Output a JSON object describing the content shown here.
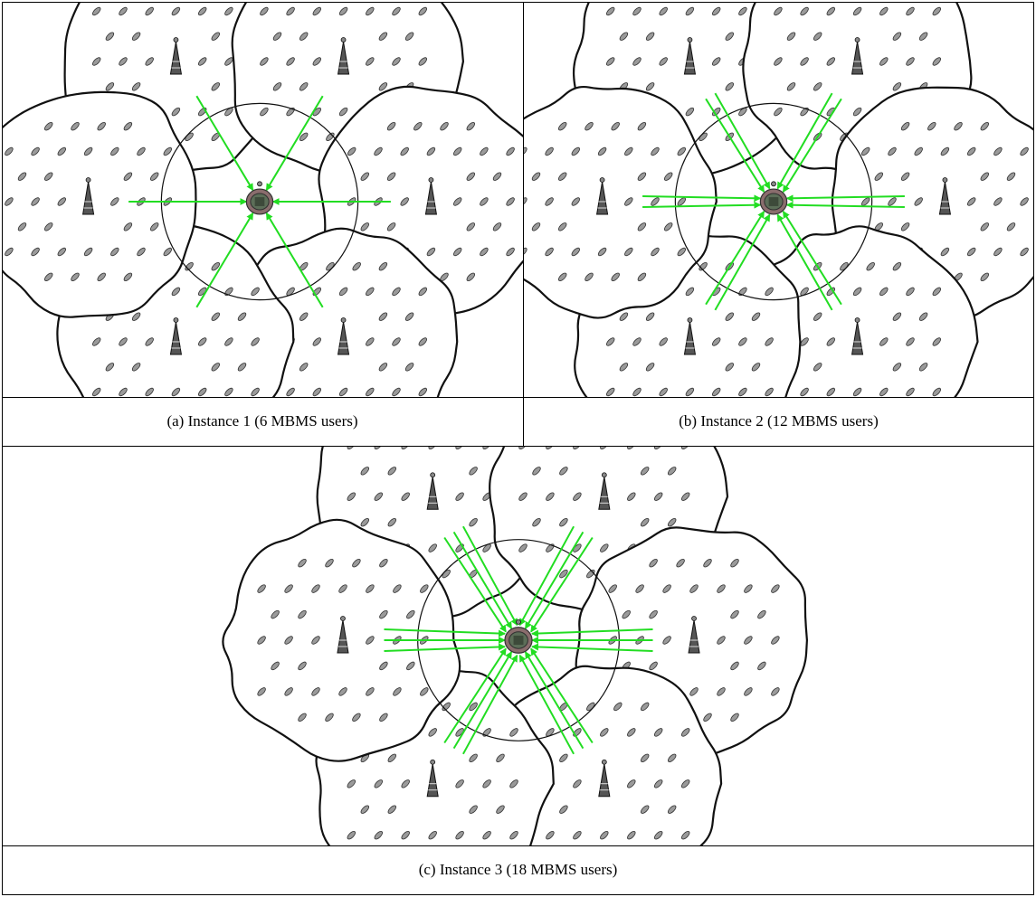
{
  "figure": {
    "panels": [
      {
        "id": "a",
        "caption": "(a) Instance 1 (6 MBMS users)",
        "arrows_per_cell": 1,
        "total_users": 6
      },
      {
        "id": "b",
        "caption": "(b) Instance 2 (12 MBMS users)",
        "arrows_per_cell": 2,
        "total_users": 12
      },
      {
        "id": "c",
        "caption": "(c) Instance 3 (18 MBMS users)",
        "arrows_per_cell": 3,
        "total_users": 18
      }
    ],
    "colors": {
      "arrow": "#22dd22",
      "cell_outline": "#111111",
      "stadium": "#8a6d6d"
    },
    "icons": [
      "cell-tower-icon",
      "mobile-user-icon",
      "stadium-icon"
    ]
  }
}
